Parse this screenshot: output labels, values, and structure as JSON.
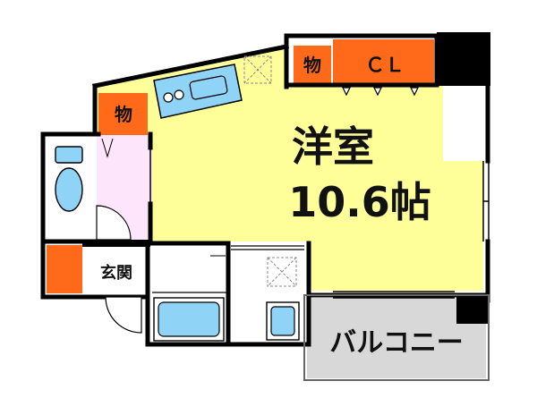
{
  "rooms": {
    "western_room": {
      "name": "洋室",
      "size": "10.6帖",
      "fill": "#ffff99"
    },
    "closet": {
      "label": "ＣＬ",
      "fill": "#ff6a1a"
    },
    "storage_top": {
      "label": "物",
      "fill": "#ff6a1a"
    },
    "storage_left": {
      "label": "物",
      "fill": "#ff6a1a"
    },
    "entrance": {
      "label": "玄関"
    },
    "balcony": {
      "label": "バルコニー",
      "fill": "#d8d8d8"
    },
    "entrance_cabinet": {
      "fill": "#ff6a1a"
    }
  },
  "colors": {
    "wall": "#000000",
    "fixture_blue": "#8fd3f7",
    "hall_pink": "#fde6fb",
    "washer_dash": "#888888"
  },
  "icons": [
    "kitchen-sink-icon",
    "stove-icon",
    "toilet-icon",
    "bathtub-icon",
    "washbasin-icon",
    "washer-space-icon"
  ]
}
